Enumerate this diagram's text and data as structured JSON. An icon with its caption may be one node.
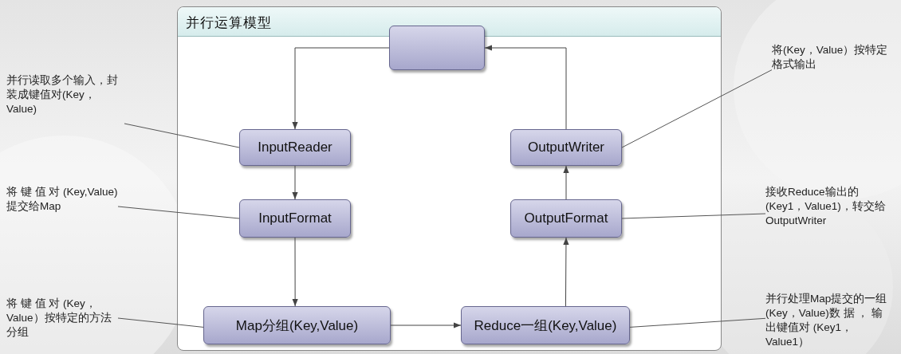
{
  "diagram": {
    "nodes": [
      {
        "text": [
          "并行运算模型"
        ]
      },
      {
        "text": [],
        "shape": "box",
        "in": 0
      },
      {
        "text": [
          "InputReader"
        ],
        "in": 0
      },
      {
        "text": [
          "OutputWriter"
        ],
        "in": 0
      },
      {
        "text": [
          "InputFormat"
        ],
        "in": 0
      },
      {
        "text": [
          "OutputFormat"
        ],
        "in": 0
      },
      {
        "text": [
          "Map分组(Key,Value)"
        ],
        "in": 0
      },
      {
        "text": [
          "Reduce一组(Key,Value)"
        ],
        "in": 0
      },
      {
        "text": [
          "并行读取多个输入，封装成键值对(Key，Value)"
        ]
      },
      {
        "text": [
          "将(Key，Value）按特定格式输出"
        ]
      },
      {
        "text": [
          "将 键 值 对 (Key,Value)提交给Map"
        ]
      },
      {
        "text": [
          "接收Reduce输出的(Key1，Value1)，转交给OutputWriter"
        ]
      },
      {
        "text": [
          "将 键 值 对 (Key，Value）按特定的方法分组"
        ]
      },
      {
        "text": [
          "并行处理Map提交的一组(Key，Value)数 据 ， 输出键值对 (Key1，Value1）"
        ]
      }
    ],
    "edges": [
      {
        "from": 1,
        "to": 2,
        "arrow": "to"
      },
      {
        "from": 2,
        "to": 4,
        "arrow": "to"
      },
      {
        "from": 4,
        "to": 6,
        "arrow": "to"
      },
      {
        "from": 6,
        "to": 7,
        "arrow": "to"
      },
      {
        "from": 7,
        "to": 5,
        "arrow": "to"
      },
      {
        "from": 5,
        "to": 3,
        "arrow": "to"
      },
      {
        "from": 3,
        "to": 1,
        "arrow": "to"
      },
      {
        "from": 8,
        "to": 2,
        "arrow": "none"
      },
      {
        "from": 9,
        "to": 3,
        "arrow": "none"
      },
      {
        "from": 10,
        "to": 4,
        "arrow": "none"
      },
      {
        "from": 11,
        "to": 5,
        "arrow": "none"
      },
      {
        "from": 12,
        "to": 6,
        "arrow": "none"
      },
      {
        "from": 13,
        "to": 7,
        "arrow": "none"
      }
    ]
  }
}
